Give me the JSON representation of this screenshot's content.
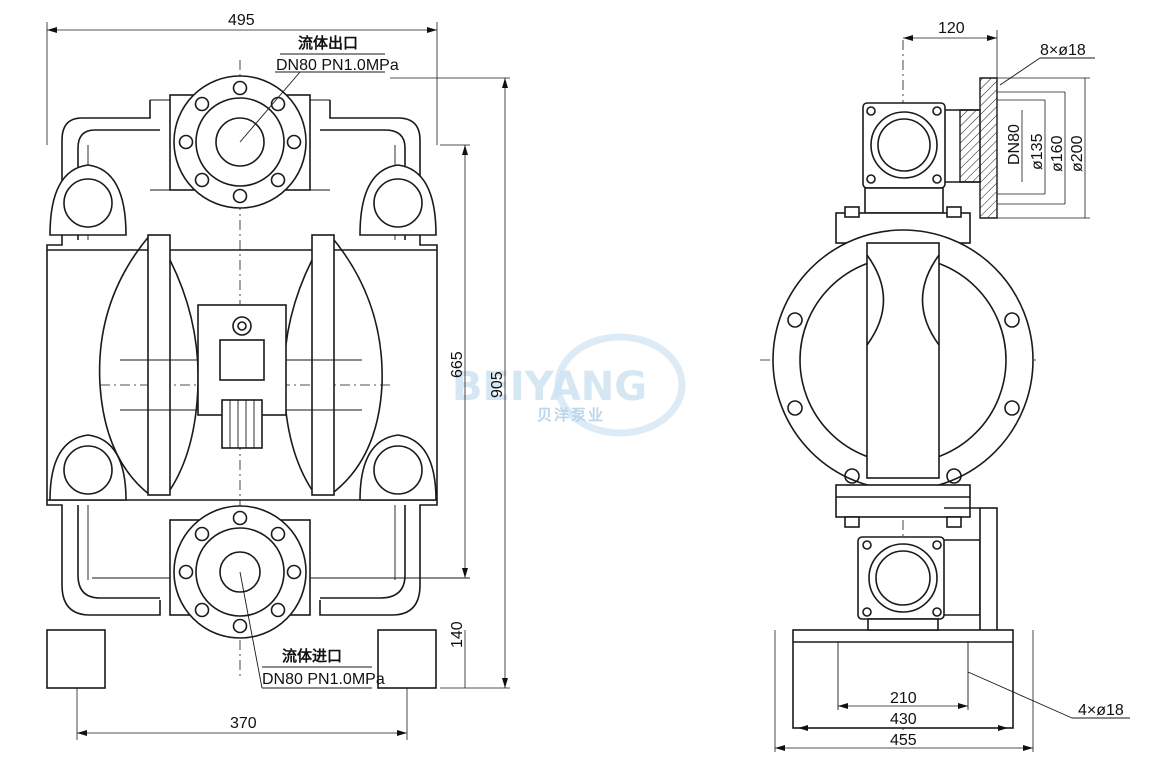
{
  "watermark": {
    "brand": "BEIYANG",
    "subtitle": "贝洋泵业",
    "color": "#cfe3f2"
  },
  "front_view": {
    "dim_width_top": "495",
    "dim_height_inner": "665",
    "dim_height_total": "905",
    "dim_foot_height": "140",
    "dim_foot_span": "370",
    "outlet_label": "流体出口",
    "outlet_spec": "DN80 PN1.0MPa",
    "inlet_label": "流体进口",
    "inlet_spec": "DN80 PN1.0MPa"
  },
  "side_view": {
    "dim_flange_offset": "120",
    "dim_bolt_holes_flange": "8×ø18",
    "dim_dn": "DN80",
    "dim_d135": "ø135",
    "dim_d160": "ø160",
    "dim_d200": "ø200",
    "dim_base_210": "210",
    "dim_base_430": "430",
    "dim_base_455": "455",
    "dim_base_holes": "4×ø18"
  }
}
